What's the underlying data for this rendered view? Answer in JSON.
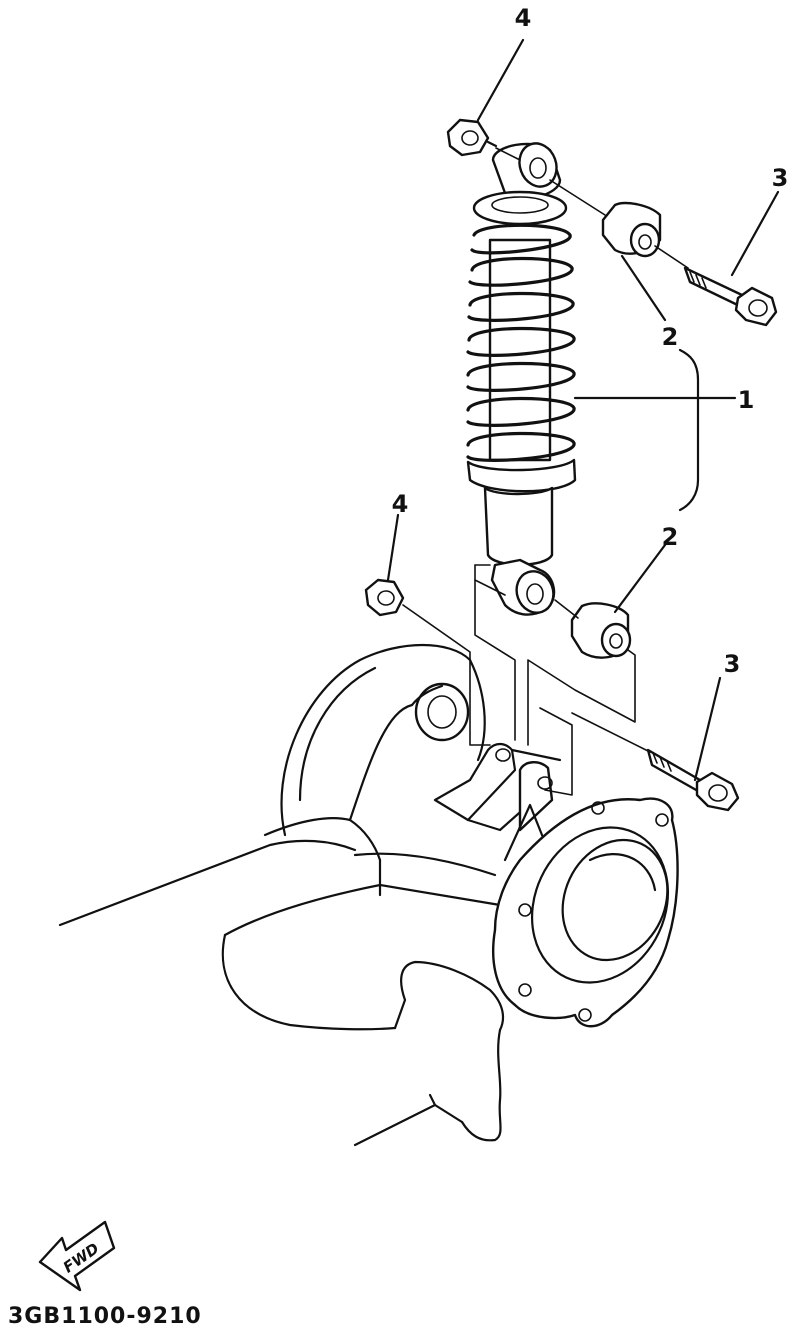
{
  "callouts": {
    "shock_absorber": "1",
    "bushing_upper": "2",
    "bushing_lower": "2",
    "bolt_upper": "3",
    "bolt_lower": "3",
    "nut_upper": "4",
    "nut_lower": "4"
  },
  "forward_arrow": {
    "label": "FWD",
    "direction": "front-left"
  },
  "diagram_code": "3GB1100-9210",
  "colors": {
    "ink": "#111111",
    "paper": "#ffffff"
  }
}
